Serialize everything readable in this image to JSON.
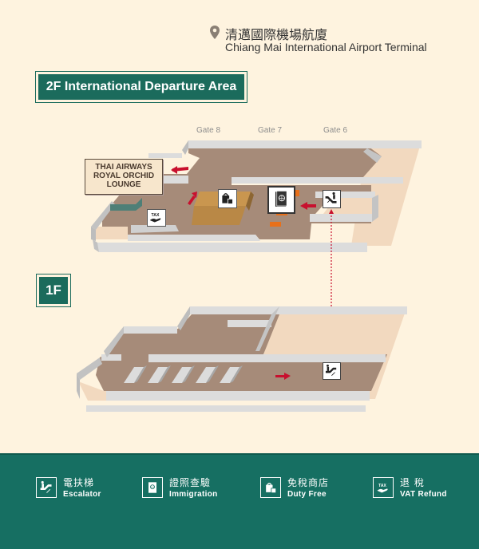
{
  "header": {
    "location_icon": "map-pin-icon",
    "title_zh": "清邁國際機場航廈",
    "title_en": "Chiang Mai International Airport Terminal"
  },
  "floors": {
    "upper": {
      "label": "2F International Departure Area",
      "gates": [
        "Gate 8",
        "Gate 7",
        "Gate 6"
      ],
      "lounge": [
        "THAI AIRWAYS",
        "ROYAL ORCHID",
        "LOUNGE"
      ],
      "markers": [
        "tax-refund",
        "duty-free",
        "immigration",
        "escalator"
      ]
    },
    "lower": {
      "label": "1F",
      "markers": [
        "escalator"
      ]
    }
  },
  "colors": {
    "background": "#fef3df",
    "brand_green": "#166f62",
    "floor_brown": "#a68b79",
    "wall_gray": "#dcdcdc",
    "route_red": "#c8102e",
    "desk_orange": "#e8701a"
  },
  "legend": [
    {
      "icon": "escalator-icon",
      "zh": "電扶梯",
      "en": "Escalator"
    },
    {
      "icon": "passport-icon",
      "zh": "證照查驗",
      "en": "Immigration"
    },
    {
      "icon": "shopping-bag-icon",
      "zh": "免稅商店",
      "en": "Duty Free"
    },
    {
      "icon": "tax-refund-icon",
      "zh": "退 稅",
      "en": "VAT Refund"
    }
  ]
}
